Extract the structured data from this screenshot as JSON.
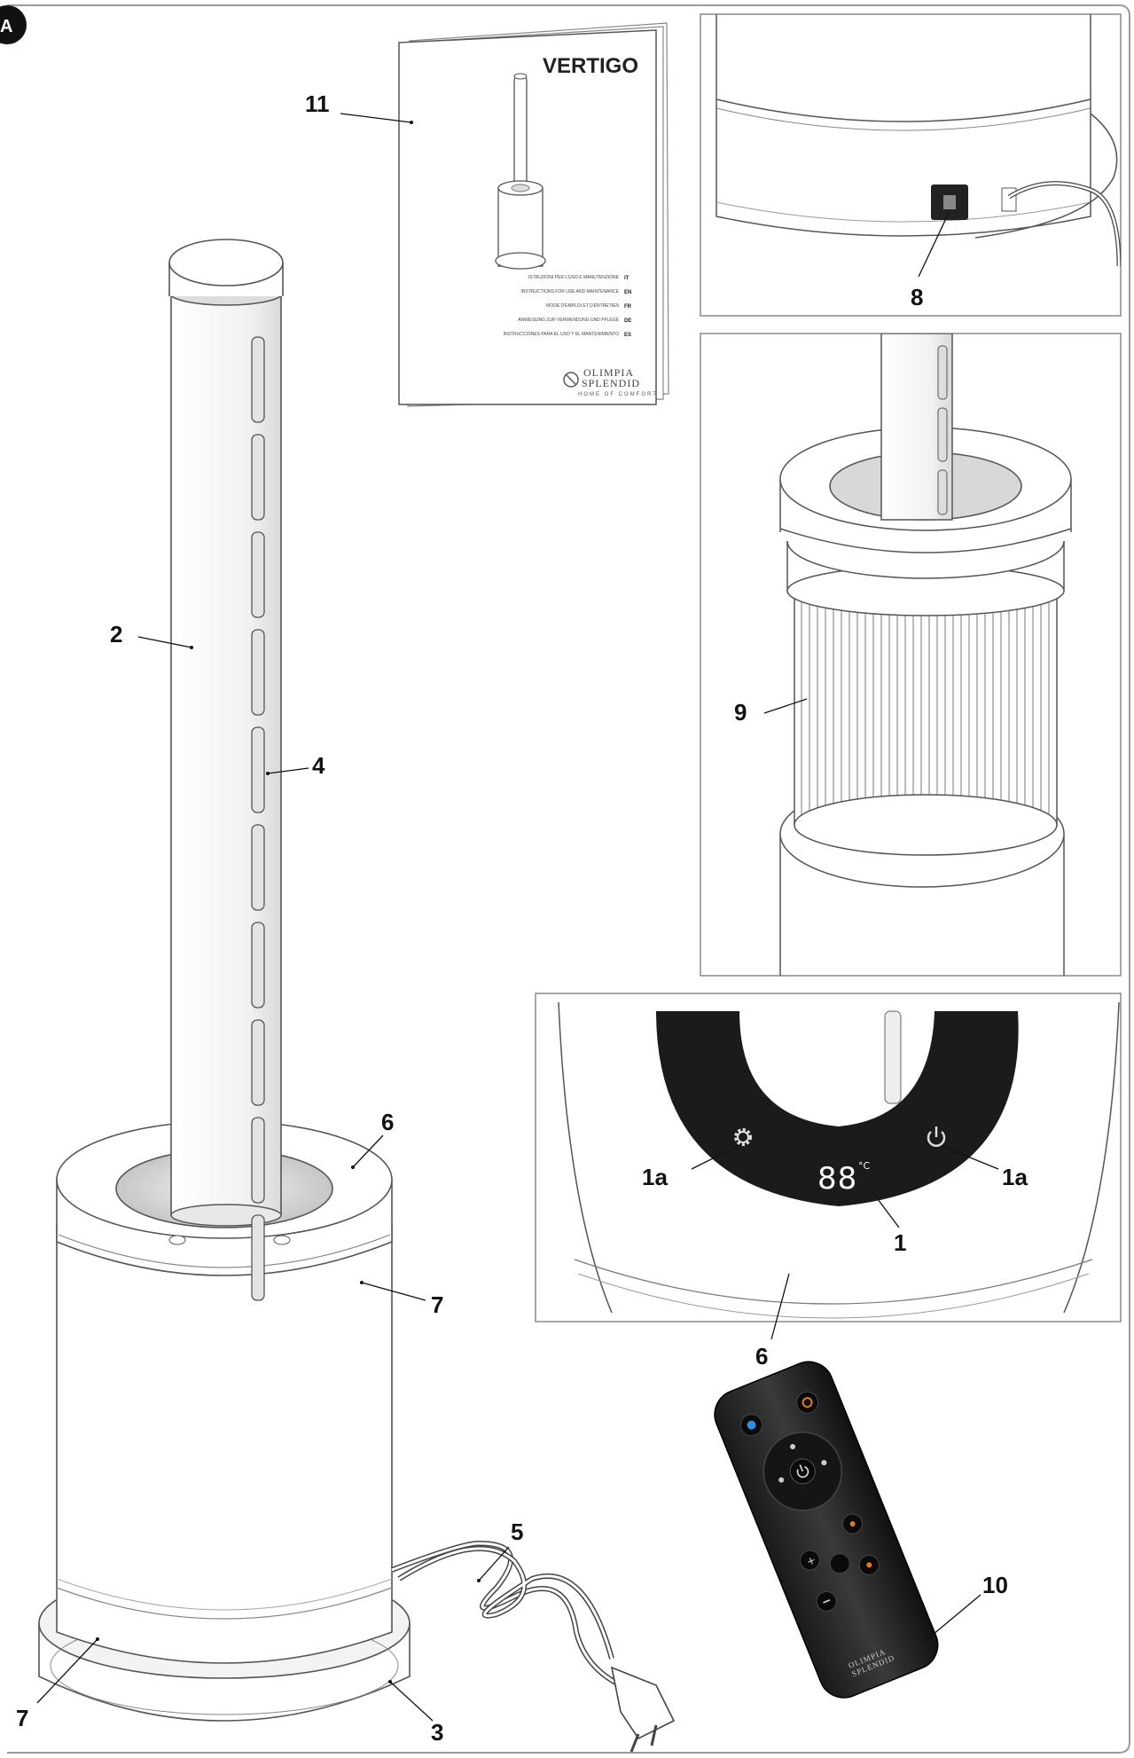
{
  "figure": {
    "badge": "A",
    "manual": {
      "title": "VERTIGO",
      "lines": [
        {
          "text": "ISTRUZIONI PER L'USO E MANUTENZIONE",
          "code": "IT"
        },
        {
          "text": "INSTRUCTIONS FOR USE AND MAINTENANCE",
          "code": "EN"
        },
        {
          "text": "MODE D'EMPLOI ET D'ENTRETIEN",
          "code": "FR"
        },
        {
          "text": "ANWEISUNG ZUR VERWENDUNG UND PFLEGE",
          "code": "DE"
        },
        {
          "text": "INSTRUCCIONES PARA EL USO Y EL MANTENIMIENTO",
          "code": "ES"
        }
      ],
      "brand_line1": "OLIMPIA",
      "brand_line2": "SPLENDID",
      "brand_tagline": "HOME OF COMFORT"
    },
    "display": {
      "readout": "88",
      "unit": "°C"
    },
    "remote_brand_line1": "OLIMPIA",
    "remote_brand_line2": "SPLENDID",
    "labels": {
      "l1": "1",
      "l1a_left": "1a",
      "l1a_right": "1a",
      "l2": "2",
      "l3": "3",
      "l4": "4",
      "l5": "5",
      "l6_main": "6",
      "l6_detail": "6",
      "l7_upper": "7",
      "l7_lower": "7",
      "l8": "8",
      "l9": "9",
      "l10": "10",
      "l11": "11"
    }
  }
}
